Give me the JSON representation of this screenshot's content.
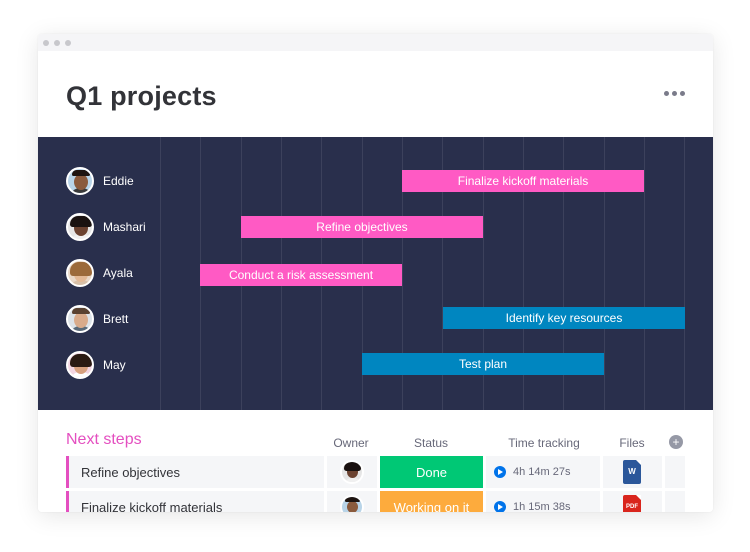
{
  "board": {
    "title": "Q1 projects"
  },
  "colors": {
    "gantt_bg": "#292f4c",
    "pink": "#ff5ac4",
    "blue": "#0086c0",
    "done": "#00c875",
    "working": "#fdab3d",
    "group_accent": "#e44fc0"
  },
  "gantt": {
    "people": [
      {
        "name": "Eddie"
      },
      {
        "name": "Mashari"
      },
      {
        "name": "Ayala"
      },
      {
        "name": "Brett"
      },
      {
        "name": "May"
      }
    ],
    "bars": [
      {
        "label": "Finalize kickoff materials",
        "color": "pink"
      },
      {
        "label": "Refine objectives",
        "color": "pink"
      },
      {
        "label": "Conduct a risk assessment",
        "color": "pink"
      },
      {
        "label": "Identify key resources",
        "color": "blue"
      },
      {
        "label": "Test plan",
        "color": "blue"
      }
    ]
  },
  "table": {
    "group_title": "Next steps",
    "columns": [
      "Owner",
      "Status",
      "Time tracking",
      "Files"
    ],
    "add_column_icon": "+",
    "rows": [
      {
        "name": "Refine objectives",
        "status": "Done",
        "status_color": "done",
        "time": "4h 14m 27s",
        "file_type": "W",
        "file_color": "#2b579a"
      },
      {
        "name": "Finalize kickoff materials",
        "status": "Working on it",
        "status_color": "working",
        "time": "1h 15m 38s",
        "file_type": "PDF",
        "file_color": "#d9251d"
      }
    ]
  }
}
